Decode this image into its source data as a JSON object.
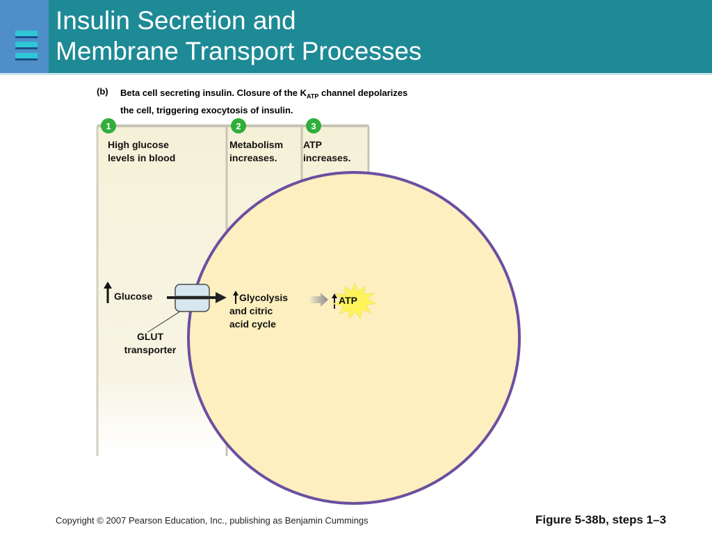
{
  "title": {
    "line1": "Insulin Secretion and",
    "line2": "Membrane Transport Processes"
  },
  "caption": {
    "tag": "(b)",
    "text_part1": "Beta cell secreting insulin. Closure of the K",
    "subscript": "ATP",
    "text_part2": " channel depolarizes the cell, triggering exocytosis of insulin."
  },
  "steps": [
    {
      "number": "1",
      "label_line1": "High glucose",
      "label_line2": "levels in blood"
    },
    {
      "number": "2",
      "label_line1": "Metabolism",
      "label_line2": "increases."
    },
    {
      "number": "3",
      "label_line1": "ATP",
      "label_line2": "increases."
    }
  ],
  "labels": {
    "glucose": "Glucose",
    "glut_line1": "GLUT",
    "glut_line2": "transporter",
    "glycolysis_line1": "Glycolysis",
    "glycolysis_line2": "and citric",
    "glycolysis_line3": "acid cycle",
    "atp": "ATP"
  },
  "colors": {
    "header": "#1e8a96",
    "cell_fill": "#fdefbf",
    "cell_membrane": "#6b4fa0",
    "panel_fill": "#f6f2dc",
    "step_badge": "#2fae3a",
    "atp_burst": "#fff45a"
  },
  "footer": {
    "copyright": "Copyright © 2007 Pearson Education, Inc., publishing as Benjamin Cummings",
    "figure": "Figure 5-38b, steps 1–3"
  }
}
